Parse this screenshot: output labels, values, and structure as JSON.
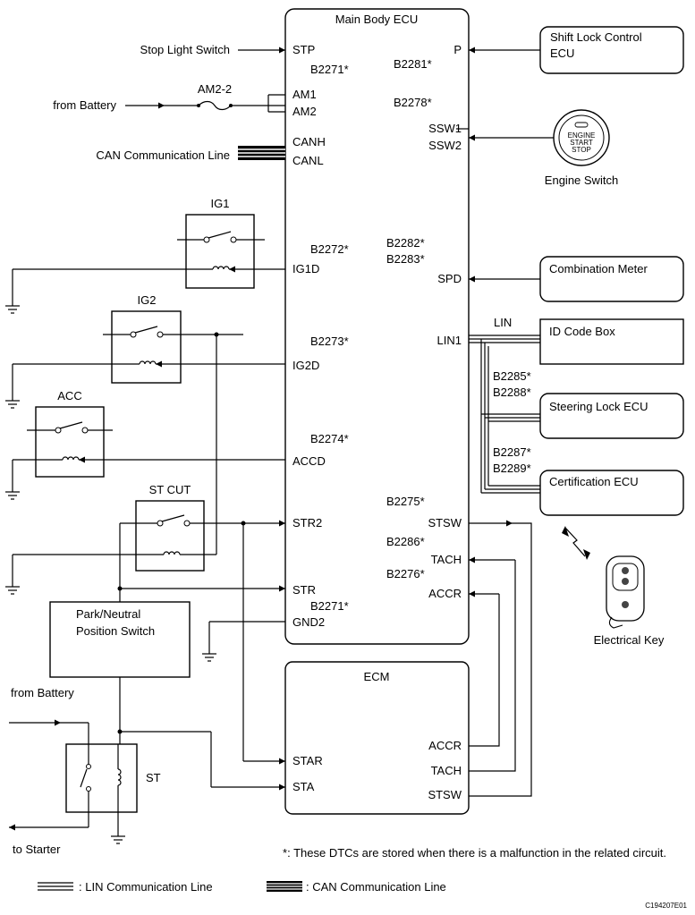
{
  "main_ecu": {
    "title": "Main Body ECU",
    "left_pins": [
      "STP",
      "AM1",
      "AM2",
      "CANH",
      "CANL",
      "IG1D",
      "IG2D",
      "ACCD",
      "STR2",
      "STR",
      "GND2"
    ],
    "right_pins": [
      "P",
      "SSW1",
      "SSW2",
      "SPD",
      "LIN1",
      "STSW",
      "TACH",
      "ACCR"
    ],
    "dtcs": {
      "stp": "B2271*",
      "p": "B2281*",
      "am": "B2278*",
      "ig1_left": "B2272*",
      "spd_a": "B2282*",
      "spd_b": "B2283*",
      "ig2": "B2273*",
      "acc": "B2274*",
      "stsw": "B2275*",
      "tach": "B2286*",
      "accr": "B2276*",
      "gnd": "B2271*"
    }
  },
  "left_sources": {
    "stop_light": "Stop Light Switch",
    "battery_top": "from Battery",
    "fuse": "AM2-2",
    "can_line": "CAN Communication Line",
    "battery_bottom": "from Battery",
    "to_starter": "to Starter"
  },
  "relays": {
    "ig1": "IG1",
    "ig2": "IG2",
    "acc": "ACC",
    "st_cut": "ST CUT",
    "st": "ST"
  },
  "pnp_switch": [
    "Park/Neutral",
    "Position Switch"
  ],
  "right_components": {
    "shift_lock": [
      "Shift Lock Control",
      "ECU"
    ],
    "engine_switch": "Engine Switch",
    "button_text": [
      "ENGINE",
      "START",
      "STOP"
    ],
    "combination_meter": "Combination Meter",
    "lin_label": "LIN",
    "id_code_box": "ID Code Box",
    "dtc_steer_a": "B2285*",
    "dtc_steer_b": "B2288*",
    "steering_lock": "Steering Lock ECU",
    "dtc_cert_a": "B2287*",
    "dtc_cert_b": "B2289*",
    "certification": "Certification ECU",
    "electrical_key": "Electrical Key"
  },
  "ecm": {
    "title": "ECM",
    "left_pins": [
      "STAR",
      "STA"
    ],
    "right_pins": [
      "ACCR",
      "TACH",
      "STSW"
    ]
  },
  "footnote": "*: These DTCs are stored when there is a malfunction in the related circuit.",
  "legend": {
    "lin": ": LIN Communication Line",
    "can": ": CAN Communication Line"
  },
  "figure_code": "C194207E01"
}
